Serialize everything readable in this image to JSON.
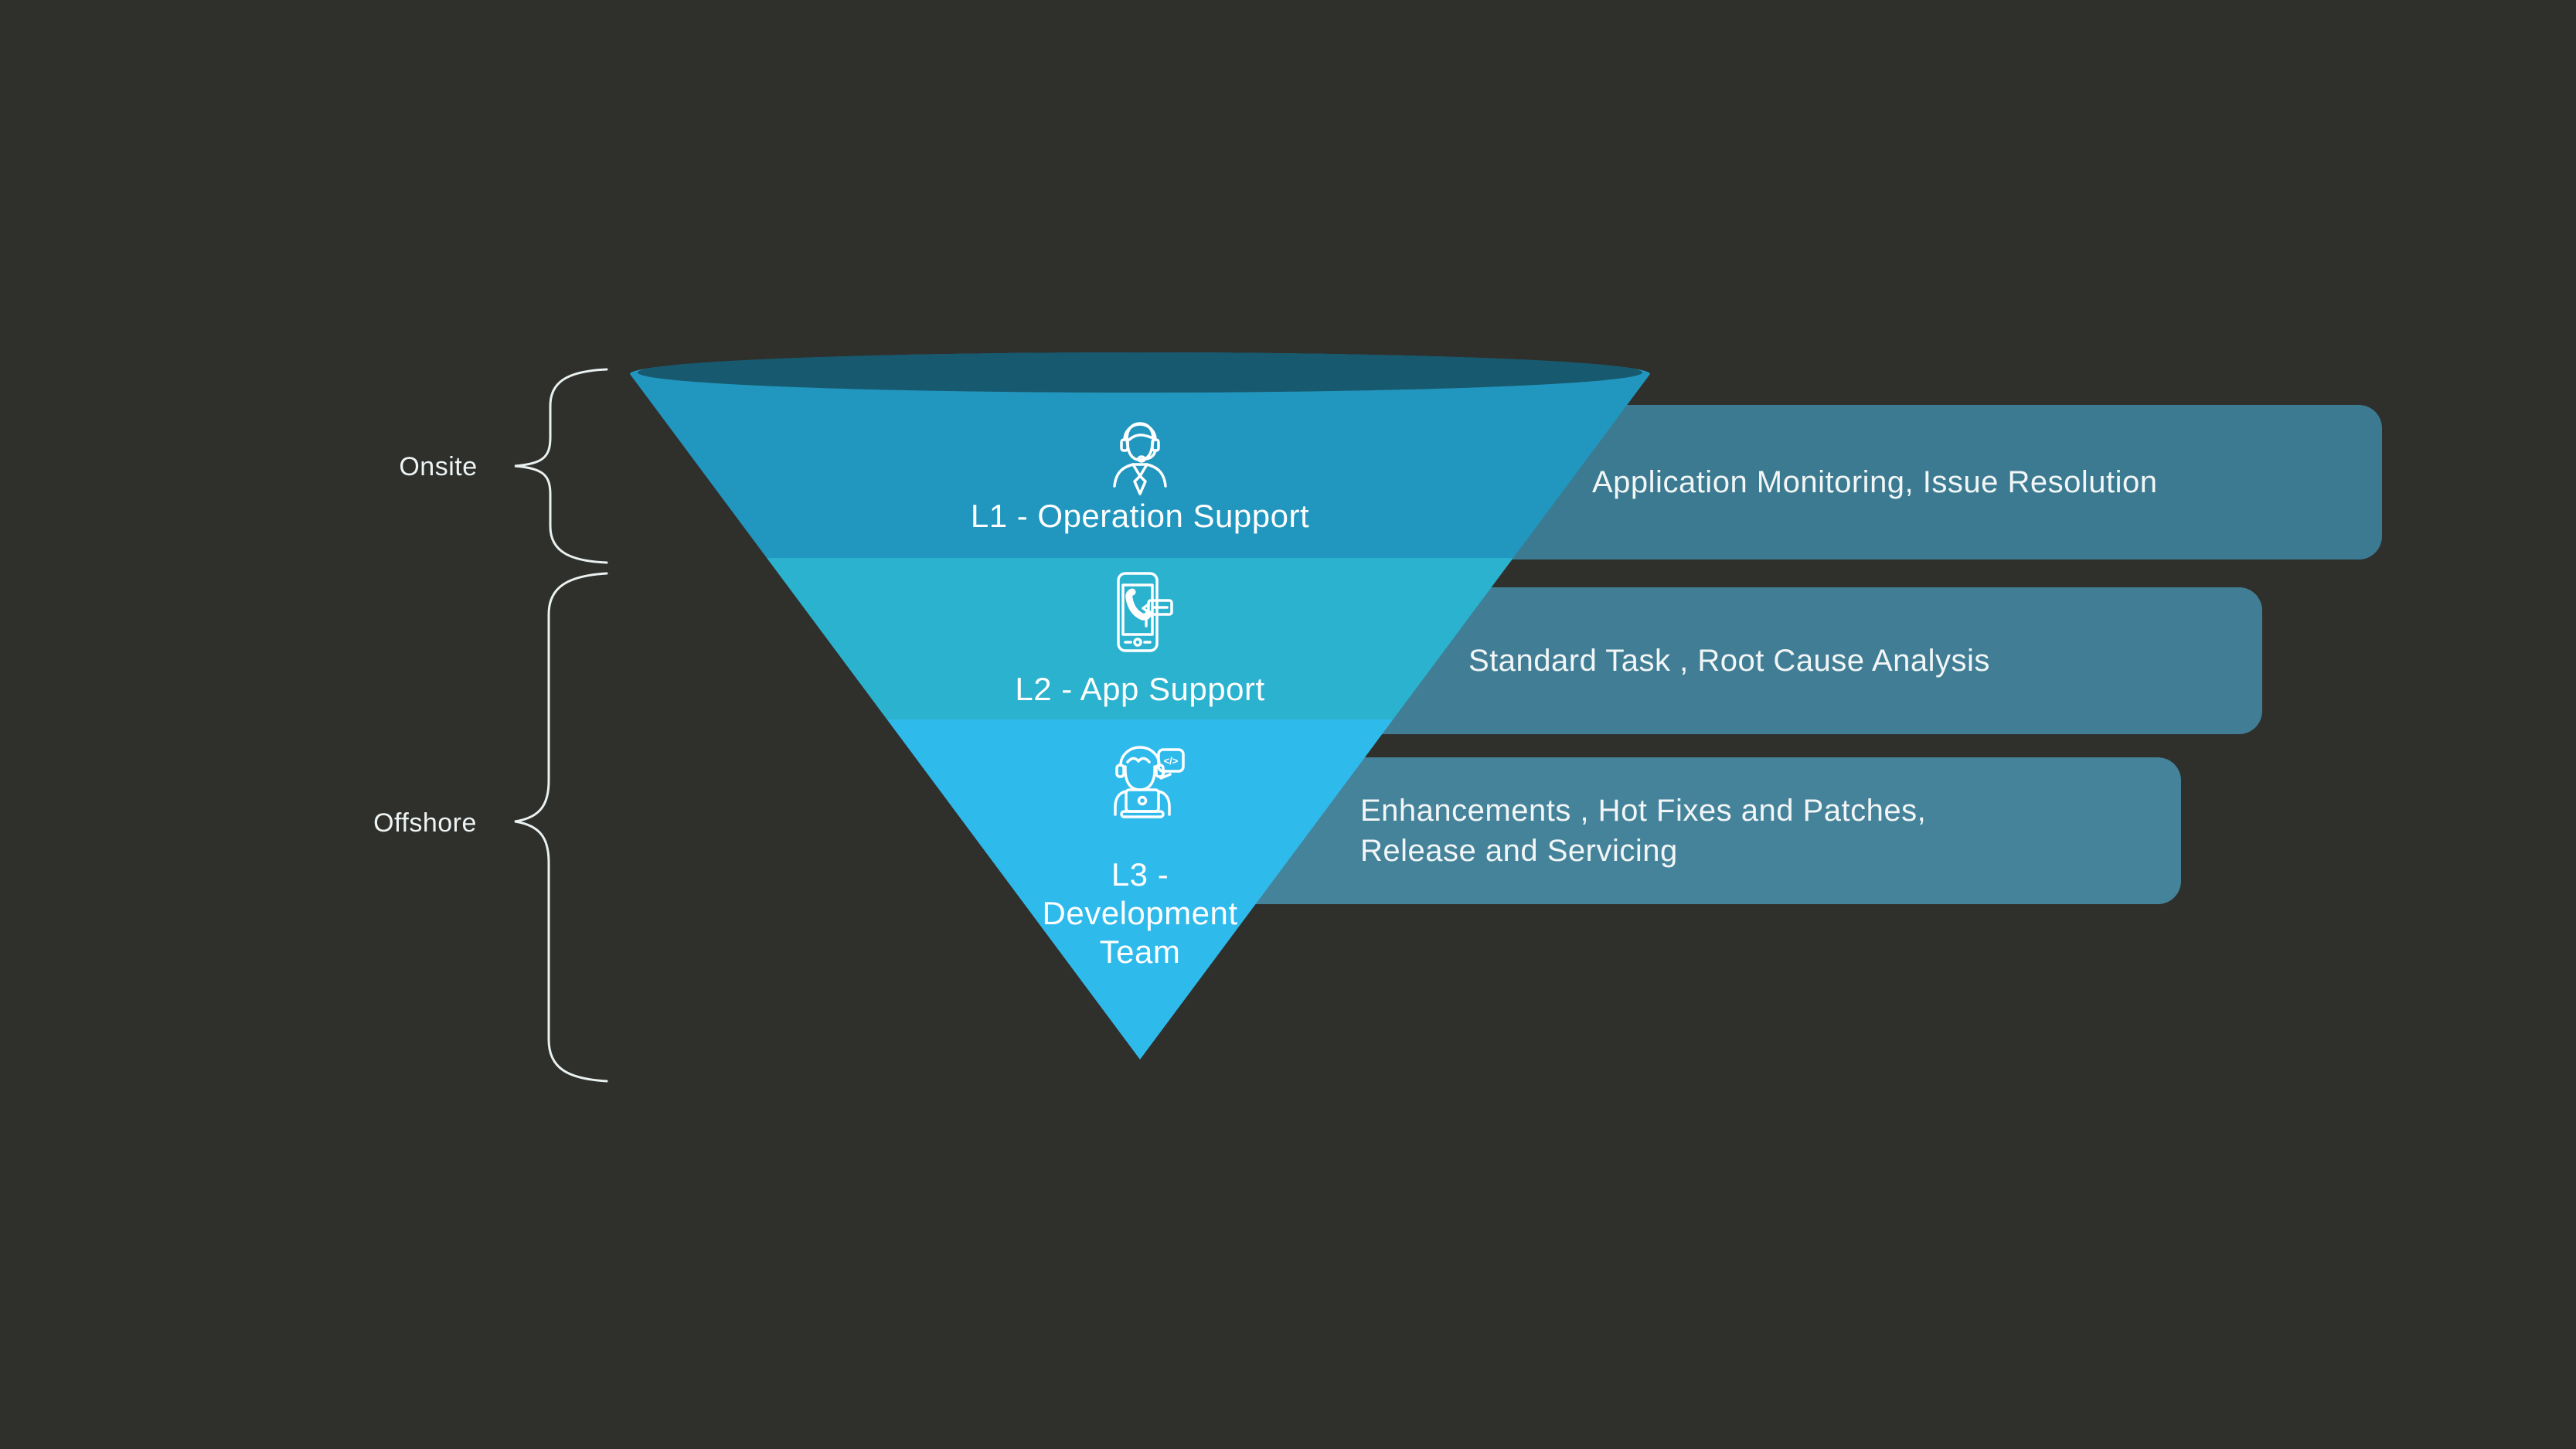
{
  "page": {
    "background_color": "#2F2F2C",
    "text_color": "#F4F8F8",
    "line_color": "#E9F1F1"
  },
  "side_labels": {
    "onsite": {
      "label": "Onsite"
    },
    "offshore": {
      "label": "Offshore"
    }
  },
  "funnel": {
    "top_opening_color": "#17596F",
    "levels": [
      {
        "label": "L1 - Operation Support",
        "icon": "support-agent-icon",
        "color": "#2196BE"
      },
      {
        "label": "L2 - App Support",
        "icon": "phone-support-icon",
        "color": "#2AB2CE"
      },
      {
        "label": "L3 - Development Team",
        "icon": "developer-icon",
        "icon_glyph": "</>",
        "color": "#2FBAEC"
      }
    ]
  },
  "annotations": [
    {
      "text": "Application Monitoring, Issue Resolution",
      "color": "#3C7A91"
    },
    {
      "text": "Standard Task , Root Cause Analysis",
      "color": "#417E96"
    },
    {
      "text": "Enhancements , Hot Fixes and Patches, Release and Servicing",
      "color": "#45839B"
    }
  ]
}
